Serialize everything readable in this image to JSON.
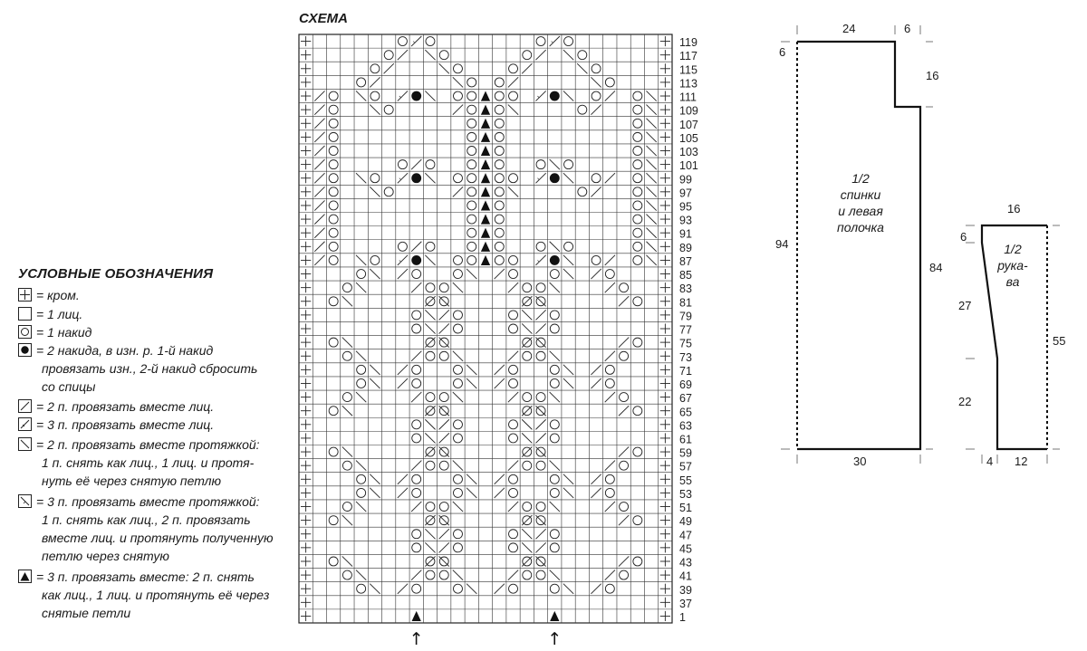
{
  "chart": {
    "title": "СХЕМА",
    "row_labels": [
      "119",
      "117",
      "115",
      "113",
      "111",
      "109",
      "107",
      "105",
      "103",
      "101",
      "99",
      "97",
      "95",
      "93",
      "91",
      "89",
      "87",
      "85",
      "83",
      "81",
      "79",
      "77",
      "75",
      "73",
      "71",
      "69",
      "67",
      "65",
      "63",
      "61",
      "59",
      "57",
      "55",
      "53",
      "51",
      "49",
      "47",
      "45",
      "43",
      "41",
      "39",
      "37",
      "1"
    ],
    "arrow_symbol": "↑"
  },
  "legend": {
    "title": "УСЛОВНЫЕ ОБОЗНАЧЕНИЯ",
    "items": [
      {
        "icon": "edge-stitch-icon",
        "lines": [
          "= кром."
        ]
      },
      {
        "icon": "knit-stitch-icon",
        "lines": [
          "= 1 лиц."
        ]
      },
      {
        "icon": "yarn-over-icon",
        "lines": [
          "= 1 накид"
        ]
      },
      {
        "icon": "double-yarn-over-icon",
        "lines": [
          "= 2 накида, в изн. р. 1-й накид",
          "провязать изн., 2-й накид сбросить",
          "со спицы"
        ]
      },
      {
        "icon": "k2tog-icon",
        "lines": [
          "= 2 п. провязать вместе лиц."
        ]
      },
      {
        "icon": "k3tog-icon",
        "lines": [
          "= 3 п. провязать вместе лиц."
        ]
      },
      {
        "icon": "ssk-icon",
        "lines": [
          "= 2 п. провязать вместе протяжкой:",
          "1 п. снять как лиц., 1 лиц. и протя-",
          "нуть её через снятую петлю"
        ]
      },
      {
        "icon": "sk2p-icon",
        "lines": [
          "= 3 п. провязать вместе протяжкой:",
          "1 п. снять как лиц., 2 п. провязать",
          "вместе лиц. и протянуть полученную",
          "петлю через снятую"
        ]
      },
      {
        "icon": "centered-dec-icon",
        "lines": [
          "= 3 п. провязать вместе: 2 п. снять",
          "как лиц., 1 лиц. и протянуть её через",
          "снятые петли"
        ]
      }
    ]
  },
  "back_piece": {
    "label_lines": [
      "1/2",
      "спинки",
      "и левая",
      "полочка"
    ],
    "dims": {
      "top_width": "24",
      "shoulder": "6",
      "neck_depth": "6",
      "armhole": "16",
      "total_height": "94",
      "side_height": "84",
      "bottom_width": "30"
    }
  },
  "sleeve_piece": {
    "label_lines": [
      "1/2",
      "рука-",
      "ва"
    ],
    "dims": {
      "top_width": "16",
      "cap_depth": "6",
      "upper_slope": "27",
      "total_height": "55",
      "lower_height": "22",
      "bottom_offset": "4",
      "bottom_width": "12"
    }
  }
}
